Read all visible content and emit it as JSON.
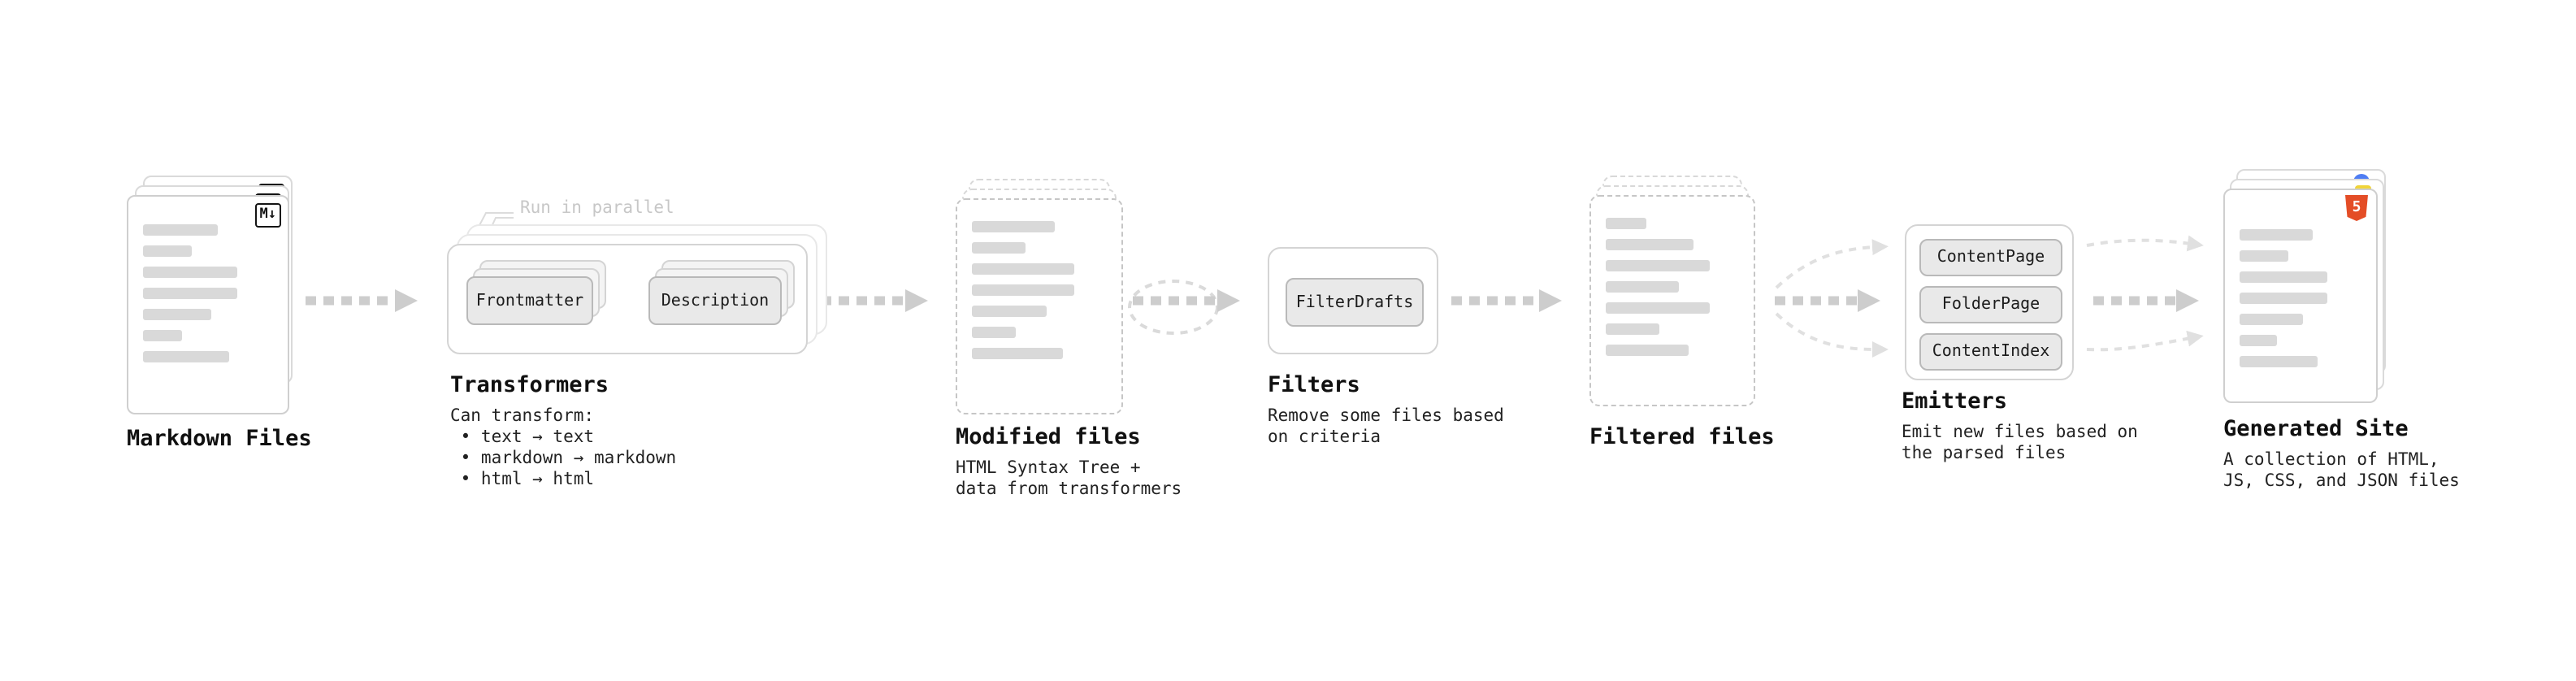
{
  "diagram": {
    "stages": {
      "markdown_files": {
        "title": "Markdown Files",
        "badge": "M↓"
      },
      "transformers": {
        "title": "Transformers",
        "annotation": "Run in parallel",
        "nodes": [
          "Frontmatter",
          "Description"
        ],
        "desc": "Can transform:\n • text → text\n • markdown → markdown\n • html → html"
      },
      "modified_files": {
        "title": "Modified files",
        "desc": "HTML Syntax Tree +\ndata from transformers"
      },
      "filters": {
        "title": "Filters",
        "nodes": [
          "FilterDrafts"
        ],
        "desc": "Remove some files based\non criteria"
      },
      "filtered_files": {
        "title": "Filtered files"
      },
      "emitters": {
        "title": "Emitters",
        "nodes": [
          "ContentPage",
          "FolderPage",
          "ContentIndex"
        ],
        "desc": "Emit new files based on\nthe parsed files"
      },
      "generated_site": {
        "title": "Generated Site",
        "badge": "5",
        "desc": "A collection of HTML,\nJS, CSS, and JSON files"
      }
    },
    "colors": {
      "arrow": "#cdcdcd",
      "arrow_light": "#e0e0e0",
      "html5_orange": "#e44d26",
      "js_yellow": "#f0d43a",
      "css_blue": "#4f7df3"
    }
  }
}
